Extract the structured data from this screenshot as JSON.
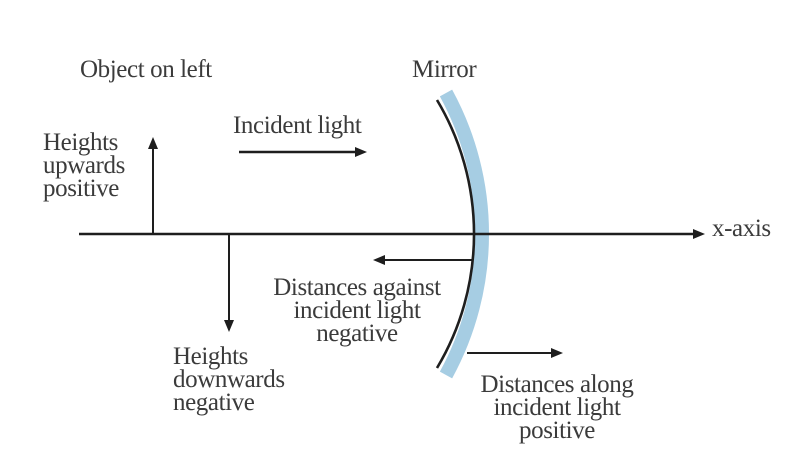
{
  "diagram": {
    "subject": "mirror-sign-convention",
    "labels": {
      "object_on_left": "Object on left",
      "mirror": "Mirror",
      "incident_light": "Incident light",
      "heights_upwards": "Heights\nupwards\npositive",
      "heights_downwards": "Heights\ndownwards\nnegative",
      "distances_against": "Distances against\nincident light\nnegative",
      "distances_along": "Distances along\nincident light\npositive",
      "x_axis": "x-axis"
    }
  },
  "colors": {
    "background": "#ffffff",
    "text": "#3b3b3b",
    "stroke": "#1e1e1e",
    "mirror_glass": "#a6cde3"
  }
}
